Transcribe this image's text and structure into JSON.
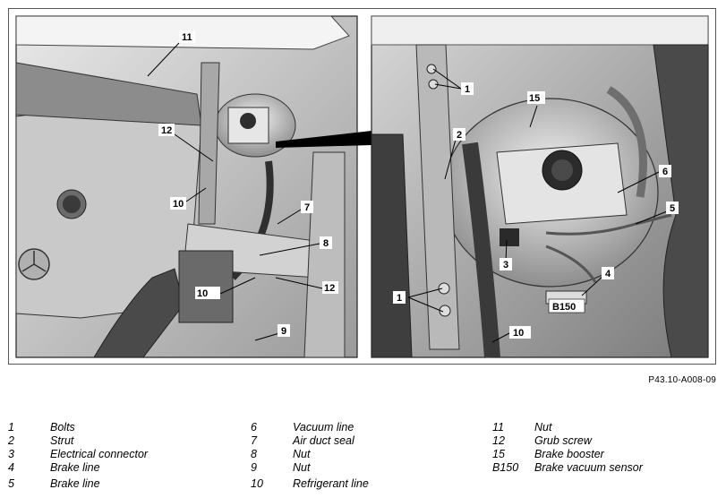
{
  "figure": {
    "code": "P43.10-A008-09",
    "left_callouts": [
      {
        "label": "11"
      },
      {
        "label": "12"
      },
      {
        "label": "10"
      },
      {
        "label": "7"
      },
      {
        "label": "8"
      },
      {
        "label": "10"
      },
      {
        "label": "12"
      },
      {
        "label": "9"
      }
    ],
    "right_callouts": [
      {
        "label": "1"
      },
      {
        "label": "15"
      },
      {
        "label": "2"
      },
      {
        "label": "6"
      },
      {
        "label": "5"
      },
      {
        "label": "3"
      },
      {
        "label": "4"
      },
      {
        "label": "1"
      },
      {
        "label": "B150"
      },
      {
        "label": "10"
      }
    ]
  },
  "legend": [
    {
      "num": "1",
      "text": "Bolts"
    },
    {
      "num": "2",
      "text": "Strut"
    },
    {
      "num": "3",
      "text": "Electrical connector"
    },
    {
      "num": "4",
      "text": "Brake line"
    },
    {
      "num": "5",
      "text": "Brake line"
    },
    {
      "num": "6",
      "text": "Vacuum line"
    },
    {
      "num": "7",
      "text": "Air duct seal"
    },
    {
      "num": "8",
      "text": "Nut"
    },
    {
      "num": "9",
      "text": "Nut"
    },
    {
      "num": "10",
      "text": "Refrigerant line"
    },
    {
      "num": "11",
      "text": "Nut"
    },
    {
      "num": "12",
      "text": "Grub screw"
    },
    {
      "num": "15",
      "text": "Brake booster"
    },
    {
      "num": "B150",
      "text": "Brake vacuum sensor"
    }
  ]
}
